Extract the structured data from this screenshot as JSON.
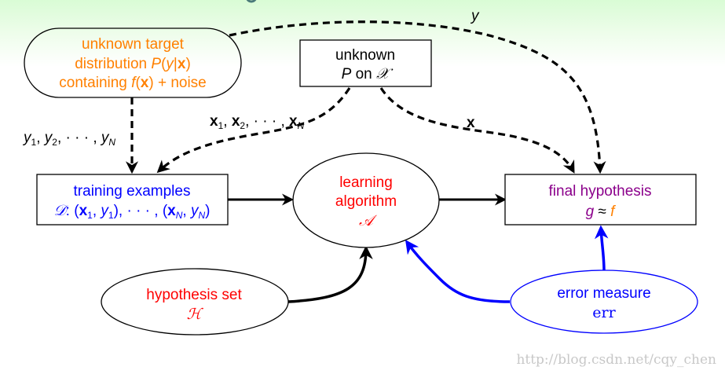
{
  "colors": {
    "orange": "#ff8000",
    "blue": "#0000ff",
    "red": "#ff0000",
    "purple": "#8b008b",
    "black": "#000000",
    "watermark": "#c8c8c8"
  },
  "nodes": {
    "target": {
      "line1": "unknown target",
      "line2_prefix": "distribution ",
      "line2_math": "P(y|x)",
      "line3_prefix": "containing ",
      "line3_math": "f(x)",
      "line3_suffix": " + noise"
    },
    "input_dist": {
      "line1": "unknown",
      "line2": "P on 𝒳"
    },
    "training": {
      "line1": "training examples",
      "line2": "𝒟: (x₁, y₁), · · · , (x_N, y_N)"
    },
    "algorithm": {
      "line1": "learning",
      "line2": "algorithm",
      "line3": "𝒜"
    },
    "final": {
      "line1": "final hypothesis",
      "g": "g",
      "approx": " ≈ ",
      "f": "f"
    },
    "hypothesis_set": {
      "line1": "hypothesis set",
      "line2": "ℋ"
    },
    "error": {
      "line1": "error measure",
      "line2": "err"
    }
  },
  "edge_labels": {
    "y": "y",
    "ys": "y₁, y₂, · · · , y_N",
    "xs": "x₁, x₂, · · · , x_N",
    "x": "x"
  },
  "watermark": "http://blog.csdn.net/cqy_chen"
}
